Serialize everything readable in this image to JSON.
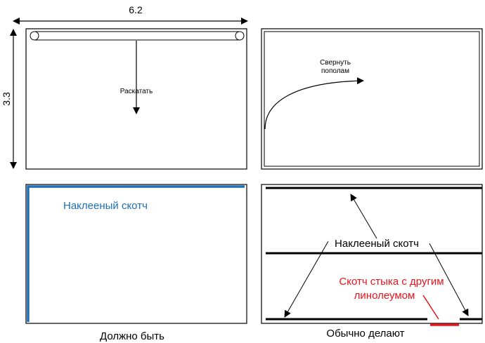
{
  "dimensions": {
    "width_label": "6.2",
    "height_label": "3.3"
  },
  "panel_roll": {
    "label": "Раскатать"
  },
  "panel_fold": {
    "label_line1": "Свернуть",
    "label_line2": "пополам"
  },
  "panel_correct": {
    "tape_label": "Наклееный скотч",
    "tape_color": "#1f6fb2",
    "caption": "Должно быть"
  },
  "panel_usual": {
    "tape_label": "Наклееный скотч",
    "joint_label_line1": "Скотч стыка с другим",
    "joint_label_line2": "линолеумом",
    "joint_color": "#e8141b",
    "caption": "Обычно делают"
  }
}
